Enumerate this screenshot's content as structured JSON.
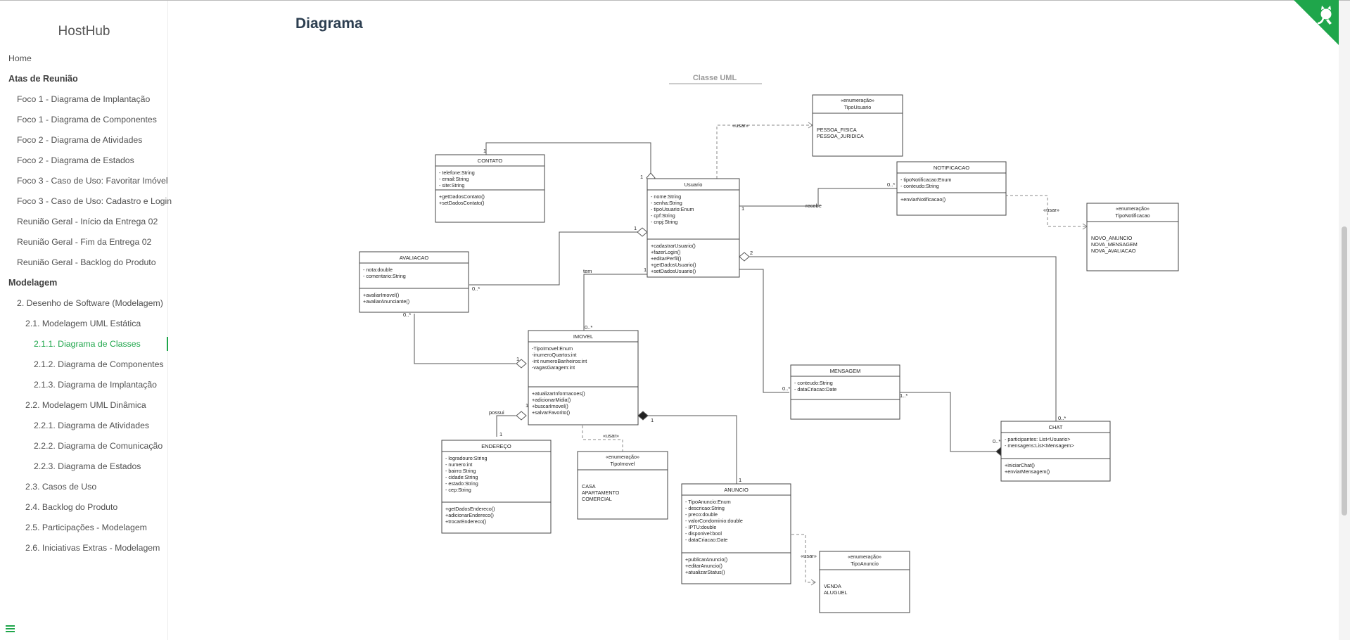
{
  "app": {
    "brand": "HostHub",
    "page_title": "Diagrama"
  },
  "nav": [
    {
      "label": "Home",
      "level": 0,
      "caption": false
    },
    {
      "label": "Atas de Reunião",
      "level": 0,
      "caption": true
    },
    {
      "label": "Foco 1 - Diagrama de Implantação",
      "level": 1
    },
    {
      "label": "Foco 1 - Diagrama de Componentes",
      "level": 1
    },
    {
      "label": "Foco 2 - Diagrama de Atividades",
      "level": 1
    },
    {
      "label": "Foco 2 - Diagrama de Estados",
      "level": 1
    },
    {
      "label": "Foco 3 - Caso de Uso: Favoritar Imóvel",
      "level": 1
    },
    {
      "label": "Foco 3 - Caso de Uso: Cadastro e Login",
      "level": 1
    },
    {
      "label": "Reunião Geral - Início da Entrega 02",
      "level": 1
    },
    {
      "label": "Reunião Geral - Fim da Entrega 02",
      "level": 1
    },
    {
      "label": "Reunião Geral - Backlog do Produto",
      "level": 1
    },
    {
      "label": "Modelagem",
      "level": 0,
      "caption": true
    },
    {
      "label": "2. Desenho de Software (Modelagem)",
      "level": 1
    },
    {
      "label": "2.1. Modelagem UML Estática",
      "level": 2
    },
    {
      "label": "2.1.1. Diagrama de Classes",
      "level": 3,
      "active": true
    },
    {
      "label": "2.1.2. Diagrama de Componentes",
      "level": 3
    },
    {
      "label": "2.1.3. Diagrama de Implantação",
      "level": 3
    },
    {
      "label": "2.2. Modelagem UML Dinâmica",
      "level": 2
    },
    {
      "label": "2.2.1. Diagrama de Atividades",
      "level": 3
    },
    {
      "label": "2.2.2. Diagrama de Comunicação",
      "level": 3
    },
    {
      "label": "2.2.3. Diagrama de Estados",
      "level": 3
    },
    {
      "label": "2.3. Casos de Uso",
      "level": 2
    },
    {
      "label": "2.4. Backlog do Produto",
      "level": 2
    },
    {
      "label": "2.5. Participações - Modelagem",
      "level": 2
    },
    {
      "label": "2.6. Iniciativas Extras - Modelagem",
      "level": 2
    }
  ],
  "colors": {
    "accent": "#1fa64b",
    "title": "#2c3e50"
  },
  "icons": {
    "corner": "github-octocat-icon",
    "menu": "hamburger-menu-icon"
  },
  "diagram": {
    "title": "Classe UML",
    "classes": [
      {
        "id": "contato",
        "name": "CONTATO",
        "attrs": [
          "- telefone:String",
          "- email:String",
          "- site:String"
        ],
        "methods": [
          "+getDadosContato()",
          "+setDadosContato()"
        ]
      },
      {
        "id": "usuario",
        "name": "Usuario",
        "attrs": [
          "- nome:String",
          "- senha:String",
          "- tipoUsuario:Enum",
          "- cpf:String",
          "- cnpj:String"
        ],
        "methods": [
          "+cadastrarUsuario()",
          "+fazerLogin()",
          "+editarPerfil()",
          "+getDadosUsuario()",
          "+setDadosUsuario()"
        ]
      },
      {
        "id": "notificacao",
        "name": "NOTIFICACAO",
        "attrs": [
          "- tipoNotificacao:Enum",
          "- conteudo:String"
        ],
        "methods": [
          "+enviarNotificacao()"
        ]
      },
      {
        "id": "avaliacao",
        "name": "AVALIACAO",
        "attrs": [
          "- nota:double",
          "- comentario:String"
        ],
        "methods": [
          "+avaliarImovel()",
          "+avaliarAnunciante()"
        ]
      },
      {
        "id": "imovel",
        "name": "IMOVEL",
        "attrs": [
          "-TipoImovel:Enum",
          "-inumeroQuartos:int",
          "-int numeroBanheiros:int",
          "-vagasGaragem:int"
        ],
        "methods": [
          "+atualizarInformacoes()",
          "+adicionarMidia()",
          "+buscarImovel()",
          "+salvarFavorito()"
        ]
      },
      {
        "id": "mensagem",
        "name": "MENSAGEM",
        "attrs": [
          "- conteudo:String",
          "- dataCriacao:Date"
        ],
        "methods": []
      },
      {
        "id": "chat",
        "name": "CHAT",
        "attrs": [
          "- participantes: List<Usuario>",
          "- mensagens:List<Mensagem>"
        ],
        "methods": [
          "+iniciarChat()",
          "+enviarMensagem()"
        ]
      },
      {
        "id": "endereco",
        "name": "ENDEREÇO",
        "attrs": [
          "- logradouro:String",
          "- numero:int",
          "- bairro:String",
          "- cidade:String",
          "- estado:String",
          "- cep:String"
        ],
        "methods": [
          "+getDadosEndereco()",
          "+adicionarEndereco()",
          "+trocarEndereco()"
        ]
      },
      {
        "id": "anuncio",
        "name": "ANUNCIO",
        "attrs": [
          "- TipoAnuncio:Enum",
          "- descricao:String",
          "- preco:double",
          "- valorCondominio:double",
          "- IPTU:double",
          "- disponivel:bool",
          "- dataCriacao:Date"
        ],
        "methods": [
          "+publicarAnuncio()",
          "+editarAnuncio()",
          "+atualizarStatus()"
        ]
      }
    ],
    "enums": [
      {
        "id": "tipousuario",
        "stereotype": "«enumeração»",
        "name": "TipoUsuario",
        "values": [
          "PESSOA_FISICA",
          "PESSOA_JURIDICA"
        ]
      },
      {
        "id": "tiponotificacao",
        "stereotype": "«enumeração»",
        "name": "TipoNotificacao",
        "values": [
          "NOVO_ANUNCIO",
          "NOVA_MENSAGEM",
          "NOVA_AVALIACAO"
        ]
      },
      {
        "id": "tipoimovel",
        "stereotype": "«enumeração»",
        "name": "TipoImovel",
        "values": [
          "CASA",
          "APARTAMENTO",
          "COMERCIAL"
        ]
      },
      {
        "id": "tipoanuncio",
        "stereotype": "«enumeração»",
        "name": "TipoAnuncio",
        "values": [
          "VENDA",
          "ALUGUEL"
        ]
      }
    ],
    "relations": [
      {
        "id": "contato-usuario",
        "from_mult": "1",
        "to_mult": "1"
      },
      {
        "id": "usuario-notificacao",
        "label": "recebe",
        "from_mult": "1",
        "to_mult": "0..*"
      },
      {
        "id": "avaliacao-usuario",
        "from_mult": "0..*",
        "to_mult": "1"
      },
      {
        "id": "usuario-imovel",
        "label": "tem",
        "from_mult": "1",
        "to_mult": "0..*"
      },
      {
        "id": "usuario-chat",
        "from_mult": "2",
        "to_mult": "0..*"
      },
      {
        "id": "avaliacao-imovel",
        "from_mult": "0..*",
        "to_mult": "1"
      },
      {
        "id": "usuario-mensagem",
        "to_mult": "0..*"
      },
      {
        "id": "mensagem-chat",
        "from_mult": "1..*",
        "to_mult": "0..*"
      },
      {
        "id": "imovel-endereco",
        "label": "possui",
        "from_mult": "1",
        "to_mult": "1"
      },
      {
        "id": "imovel-anuncio",
        "from_mult": "1",
        "to_mult": "1"
      },
      {
        "id": "usuario-tipousuario",
        "label": "«usar»"
      },
      {
        "id": "notificacao-tiponotificacao",
        "label": "«usar»"
      },
      {
        "id": "imovel-tipoimovel",
        "label": "«usar»"
      },
      {
        "id": "anuncio-tipoanuncio",
        "label": "«usar»"
      }
    ]
  }
}
